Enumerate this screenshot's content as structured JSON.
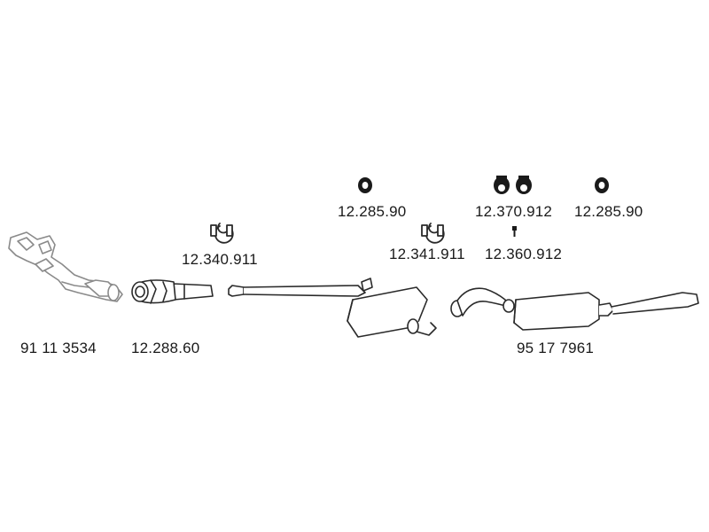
{
  "parts": [
    {
      "id": "manifold",
      "number": "91 11 3534",
      "icon": "exhaust-manifold"
    },
    {
      "id": "catalyst",
      "number": "12.288.60",
      "icon": "catalytic-converter"
    },
    {
      "id": "clamp-a",
      "number": "12.340.911",
      "icon": "pipe-clamp"
    },
    {
      "id": "hanger-left",
      "number": "12.285.90",
      "icon": "rubber-hanger"
    },
    {
      "id": "clamp-b",
      "number": "12.341.911",
      "icon": "pipe-clamp"
    },
    {
      "id": "hanger-pair",
      "number": "12.370.912",
      "icon": "rubber-hanger-pair"
    },
    {
      "id": "hanger-right",
      "number": "12.285.90",
      "icon": "rubber-hanger"
    },
    {
      "id": "bolt",
      "number": "12.360.912",
      "icon": "bolt"
    },
    {
      "id": "rear-silencer",
      "number": "95 17 7961",
      "icon": "rear-silencer"
    }
  ],
  "colors": {
    "line": "#2a2a2a",
    "manifold": "#8a8a8a",
    "fill": "#ffffff"
  }
}
